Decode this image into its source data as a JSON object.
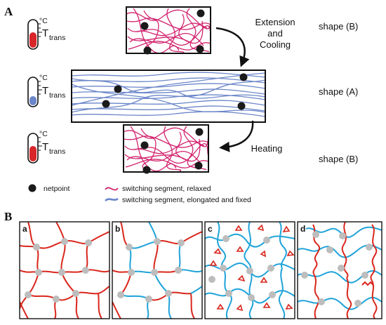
{
  "panel_a": {
    "letter": "A",
    "thermometer_unit": "°C",
    "thermometer_label": "T",
    "thermometer_label_sub": "trans",
    "step1_line1": "Extension",
    "step1_line2": "and",
    "step1_line3": "Cooling",
    "step2": "Heating",
    "shape_top": "shape (B)",
    "shape_mid": "shape (A)",
    "shape_bot": "shape (B)",
    "legend": {
      "netpoint": "netpoint",
      "relaxed": "switching segment, relaxed",
      "elongated": "switching segment, elongated and fixed"
    },
    "colors": {
      "relaxed": "#d2236e",
      "elongated": "#6b86c9",
      "hot": "#d8262a",
      "cold": "#6b86c9",
      "netpoint": "#1a1a1a"
    }
  },
  "panel_b": {
    "letter": "B",
    "subpanels": [
      "a",
      "b",
      "c",
      "d"
    ],
    "colors": {
      "red": "#d9261c",
      "blue": "#1fa3d9",
      "node": "#bdbdbd"
    }
  }
}
